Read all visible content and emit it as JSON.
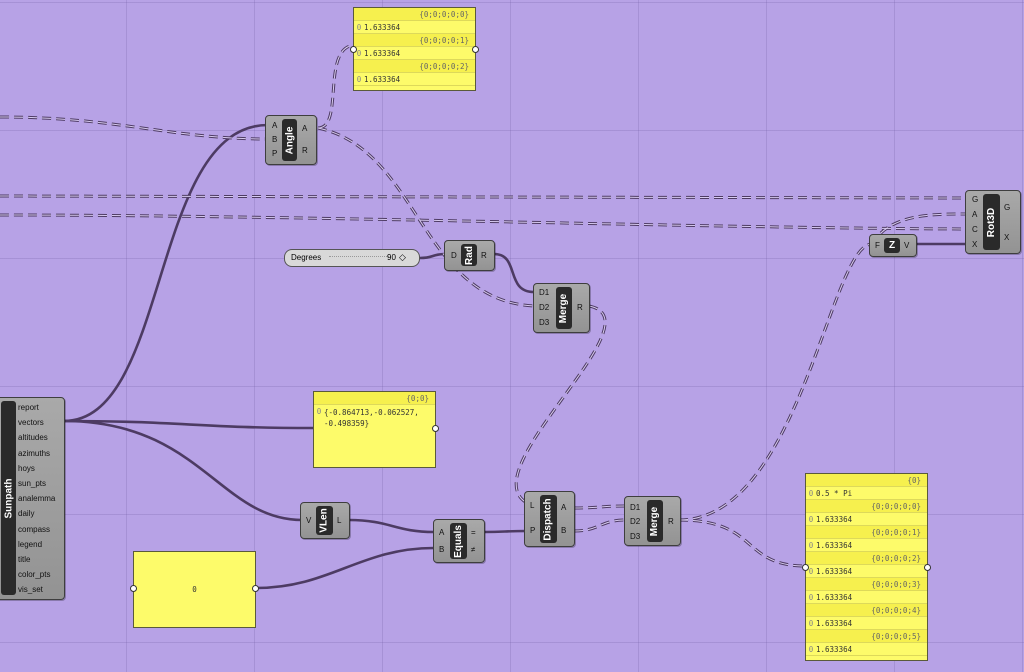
{
  "components": {
    "angle": {
      "nickname": "Angle",
      "inputs": [
        "A",
        "B",
        "P"
      ],
      "outputs": [
        "A",
        "R"
      ]
    },
    "rad": {
      "nickname": "Rad",
      "inputs": [
        "D"
      ],
      "outputs": [
        "R"
      ]
    },
    "merge1": {
      "nickname": "Merge",
      "inputs": [
        "D1",
        "D2",
        "D3"
      ],
      "outputs": [
        "R"
      ]
    },
    "rot3d": {
      "nickname": "Rot3D",
      "inputs": [
        "G",
        "A",
        "C",
        "X"
      ],
      "outputs": [
        "G",
        "X"
      ]
    },
    "z": {
      "nickname": "Z",
      "inputs": [
        "F"
      ],
      "outputs": [
        "V"
      ]
    },
    "vlen": {
      "nickname": "VLen",
      "inputs": [
        "V"
      ],
      "outputs": [
        "L"
      ]
    },
    "equals": {
      "nickname": "Equals",
      "inputs": [
        "A",
        "B"
      ],
      "outputs": [
        "=",
        "≠"
      ]
    },
    "dispatch": {
      "nickname": "Dispatch",
      "inputs": [
        "L",
        "P"
      ],
      "outputs": [
        "A",
        "B"
      ]
    },
    "merge2": {
      "nickname": "Merge",
      "inputs": [
        "D1",
        "D2",
        "D3"
      ],
      "outputs": [
        "R"
      ]
    },
    "sunpath": {
      "nickname": "Sunpath",
      "outputs": [
        "report",
        "vectors",
        "altitudes",
        "azimuths",
        "hoys",
        "sun_pts",
        "analemma",
        "daily",
        "compass",
        "legend",
        "title",
        "color_pts",
        "vis_set"
      ]
    }
  },
  "slider": {
    "label": "Degrees",
    "value": "90"
  },
  "panels": {
    "top_right": {
      "rows": [
        {
          "path": "{0;0;0;0;0}",
          "index": "0",
          "value": "1.633364"
        },
        {
          "path": "{0;0;0;0;1}",
          "index": "0",
          "value": "1.633364"
        },
        {
          "path": "{0;0;0;0;2}",
          "index": "0",
          "value": "1.633364"
        }
      ]
    },
    "vector": {
      "path": "{0;0}",
      "index": "0",
      "value": "{-0.864713,-0.062527,-0.498359}"
    },
    "zero": {
      "value": "0"
    },
    "bottom_right": {
      "rows": [
        {
          "path": "{0}",
          "index": "0",
          "value": "0.5 * Pi"
        },
        {
          "path": "{0;0;0;0;0}",
          "index": "0",
          "value": "1.633364"
        },
        {
          "path": "{0;0;0;0;1}",
          "index": "0",
          "value": "1.633364"
        },
        {
          "path": "{0;0;0;0;2}",
          "index": "0",
          "value": "1.633364"
        },
        {
          "path": "{0;0;0;0;3}",
          "index": "0",
          "value": "1.633364"
        },
        {
          "path": "{0;0;0;0;4}",
          "index": "0",
          "value": "1.633364"
        },
        {
          "path": "{0;0;0;0;5}",
          "index": "0",
          "value": "1.633364"
        }
      ]
    }
  }
}
